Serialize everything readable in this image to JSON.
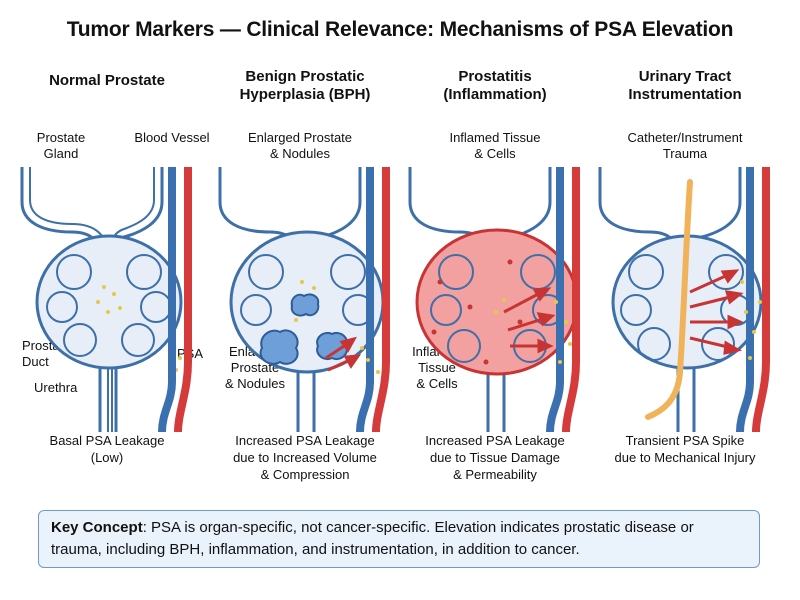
{
  "title": "Tumor Markers — Clinical Relevance: Mechanisms of PSA Elevation",
  "panels": [
    {
      "title": "Normal Prostate",
      "labels": {
        "gland": "Prostate\nGland",
        "vessel": "Blood Vessel",
        "duct": "Prostatic\nDuct",
        "psa": "PSA",
        "urethra": "Urethra"
      },
      "caption": "Basal PSA Leakage\n(Low)"
    },
    {
      "title": "Benign Prostatic\nHyperplasia (BPH)",
      "labels": {
        "top": "Enlarged Prostate\n& Nodules",
        "bottom": "Enlarged\nProstate\n& Nodules"
      },
      "caption": "Increased PSA Leakage\ndue to Increased Volume\n& Compression"
    },
    {
      "title": "Prostatitis\n(Inflammation)",
      "labels": {
        "top": "Inflamed Tissue\n& Cells",
        "bottom": "Inflamed\nTissue\n& Cells"
      },
      "caption": "Increased PSA Leakage\ndue to Tissue Damage\n& Permeability"
    },
    {
      "title": "Urinary Tract\nInstrumentation",
      "labels": {
        "top": "Catheter/Instrument\nTrauma"
      },
      "caption": "Transient PSA Spike\ndue to Mechanical Injury"
    }
  ],
  "key": {
    "heading": "Key Concept",
    "text": ": PSA is organ-specific, not cancer-specific. Elevation indicates prostatic disease or trauma, including BPH, inflammation, and instrumentation, in addition to cancer."
  },
  "colors": {
    "duct_blue": "#3d6fa8",
    "tissue_light": "#dfe9f5",
    "inflamed": "#e35b5b",
    "vessel_red": "#d63b3b",
    "vessel_blue": "#3a6fb0",
    "psa_dot": "#e4c84a",
    "catheter": "#f0b35a"
  }
}
